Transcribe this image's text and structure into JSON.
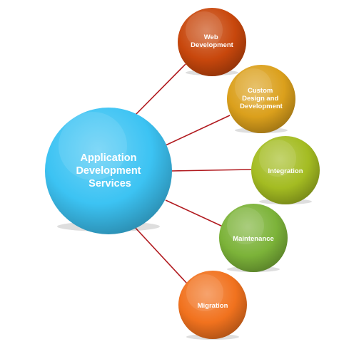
{
  "center": {
    "lines": [
      "Application",
      "Development",
      "Services"
    ],
    "color": "#3cc3f3"
  },
  "connector_color": "#b11a1f",
  "nodes": [
    {
      "id": "web-development",
      "lines": [
        "Web",
        "Development"
      ],
      "color": "#c8470c"
    },
    {
      "id": "custom-design-and-development",
      "lines": [
        "Custom",
        "Design and",
        "Development"
      ],
      "color": "#dba01c"
    },
    {
      "id": "integration",
      "lines": [
        "Integration"
      ],
      "color": "#a4bc22"
    },
    {
      "id": "maintenance",
      "lines": [
        "Maintenance"
      ],
      "color": "#7cb339"
    },
    {
      "id": "migration",
      "lines": [
        "Migration"
      ],
      "color": "#f1721e"
    }
  ]
}
